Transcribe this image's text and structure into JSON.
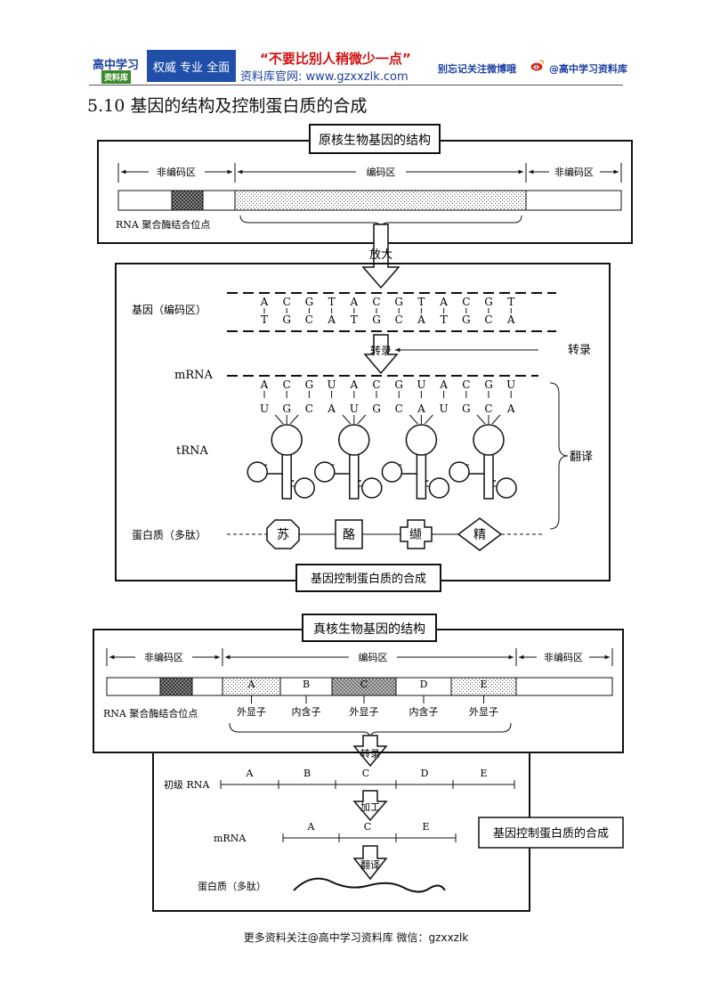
{
  "header": {
    "logo_line1": "高中学习",
    "logo_line2": "资料库",
    "tagline": "权威 专业 全面",
    "slogan": "“不要比别人稍微少一点”",
    "website": "资料库官网: www.gzxxzlk.com",
    "follow_text": "别忘记关注微博哦",
    "weibo_handle": "@高中学习资料库"
  },
  "page_title": "5.10 基因的结构及控制蛋白质的合成",
  "prokaryote": {
    "title": "原核生物基因的结构",
    "noncoding_left": "非编码区",
    "coding": "编码区",
    "noncoding_right": "非编码区",
    "rna_pol_site": "RNA 聚合酶结合位点",
    "enlarge": "放大",
    "gene_label": "基因（编码区）",
    "dna_top": [
      "A",
      "C",
      "G",
      "T",
      "A",
      "C",
      "G",
      "T",
      "A",
      "C",
      "G",
      "T"
    ],
    "dna_bottom": [
      "T",
      "G",
      "C",
      "A",
      "T",
      "G",
      "C",
      "A",
      "T",
      "G",
      "C",
      "A"
    ],
    "transcription_arrow": "转录",
    "transcription_side": "转录",
    "mrna_label": "mRNA",
    "mrna_bases": [
      "A",
      "C",
      "G",
      "U",
      "A",
      "C",
      "G",
      "U",
      "A",
      "C",
      "G",
      "U"
    ],
    "anticodons": [
      "U",
      "G",
      "C",
      "A",
      "U",
      "G",
      "C",
      "A",
      "U",
      "G",
      "C",
      "A"
    ],
    "trna_label": "tRNA",
    "translation_label": "翻译",
    "protein_label": "蛋白质（多肽）",
    "amino_acids": [
      "苏",
      "酪",
      "缬",
      "精"
    ],
    "caption": "基因控制蛋白质的合成"
  },
  "eukaryote": {
    "title": "真核生物基因的结构",
    "noncoding_left": "非编码区",
    "coding": "编码区",
    "noncoding_right": "非编码区",
    "rna_pol_site": "RNA 聚合酶结合位点",
    "segments": [
      "A",
      "B",
      "C",
      "D",
      "E"
    ],
    "segment_types": [
      "外显子",
      "内含子",
      "外显子",
      "内含子",
      "外显子"
    ],
    "transcription_arrow": "转录",
    "pre_rna_label": "初级 RNA",
    "processing_arrow": "加工",
    "mrna_label": "mRNA",
    "mrna_segments": [
      "A",
      "C",
      "E"
    ],
    "translation_arrow": "翻译",
    "protein_label": "蛋白质（多肽）",
    "caption": "基因控制蛋白质的合成"
  },
  "footer": "更多资料关注@高中学习资料库  微信：gzxxzlk",
  "colors": {
    "brand_blue": "#1f4fa8",
    "slogan_red": "#d01010",
    "logo_green": "#3a8a2a"
  }
}
